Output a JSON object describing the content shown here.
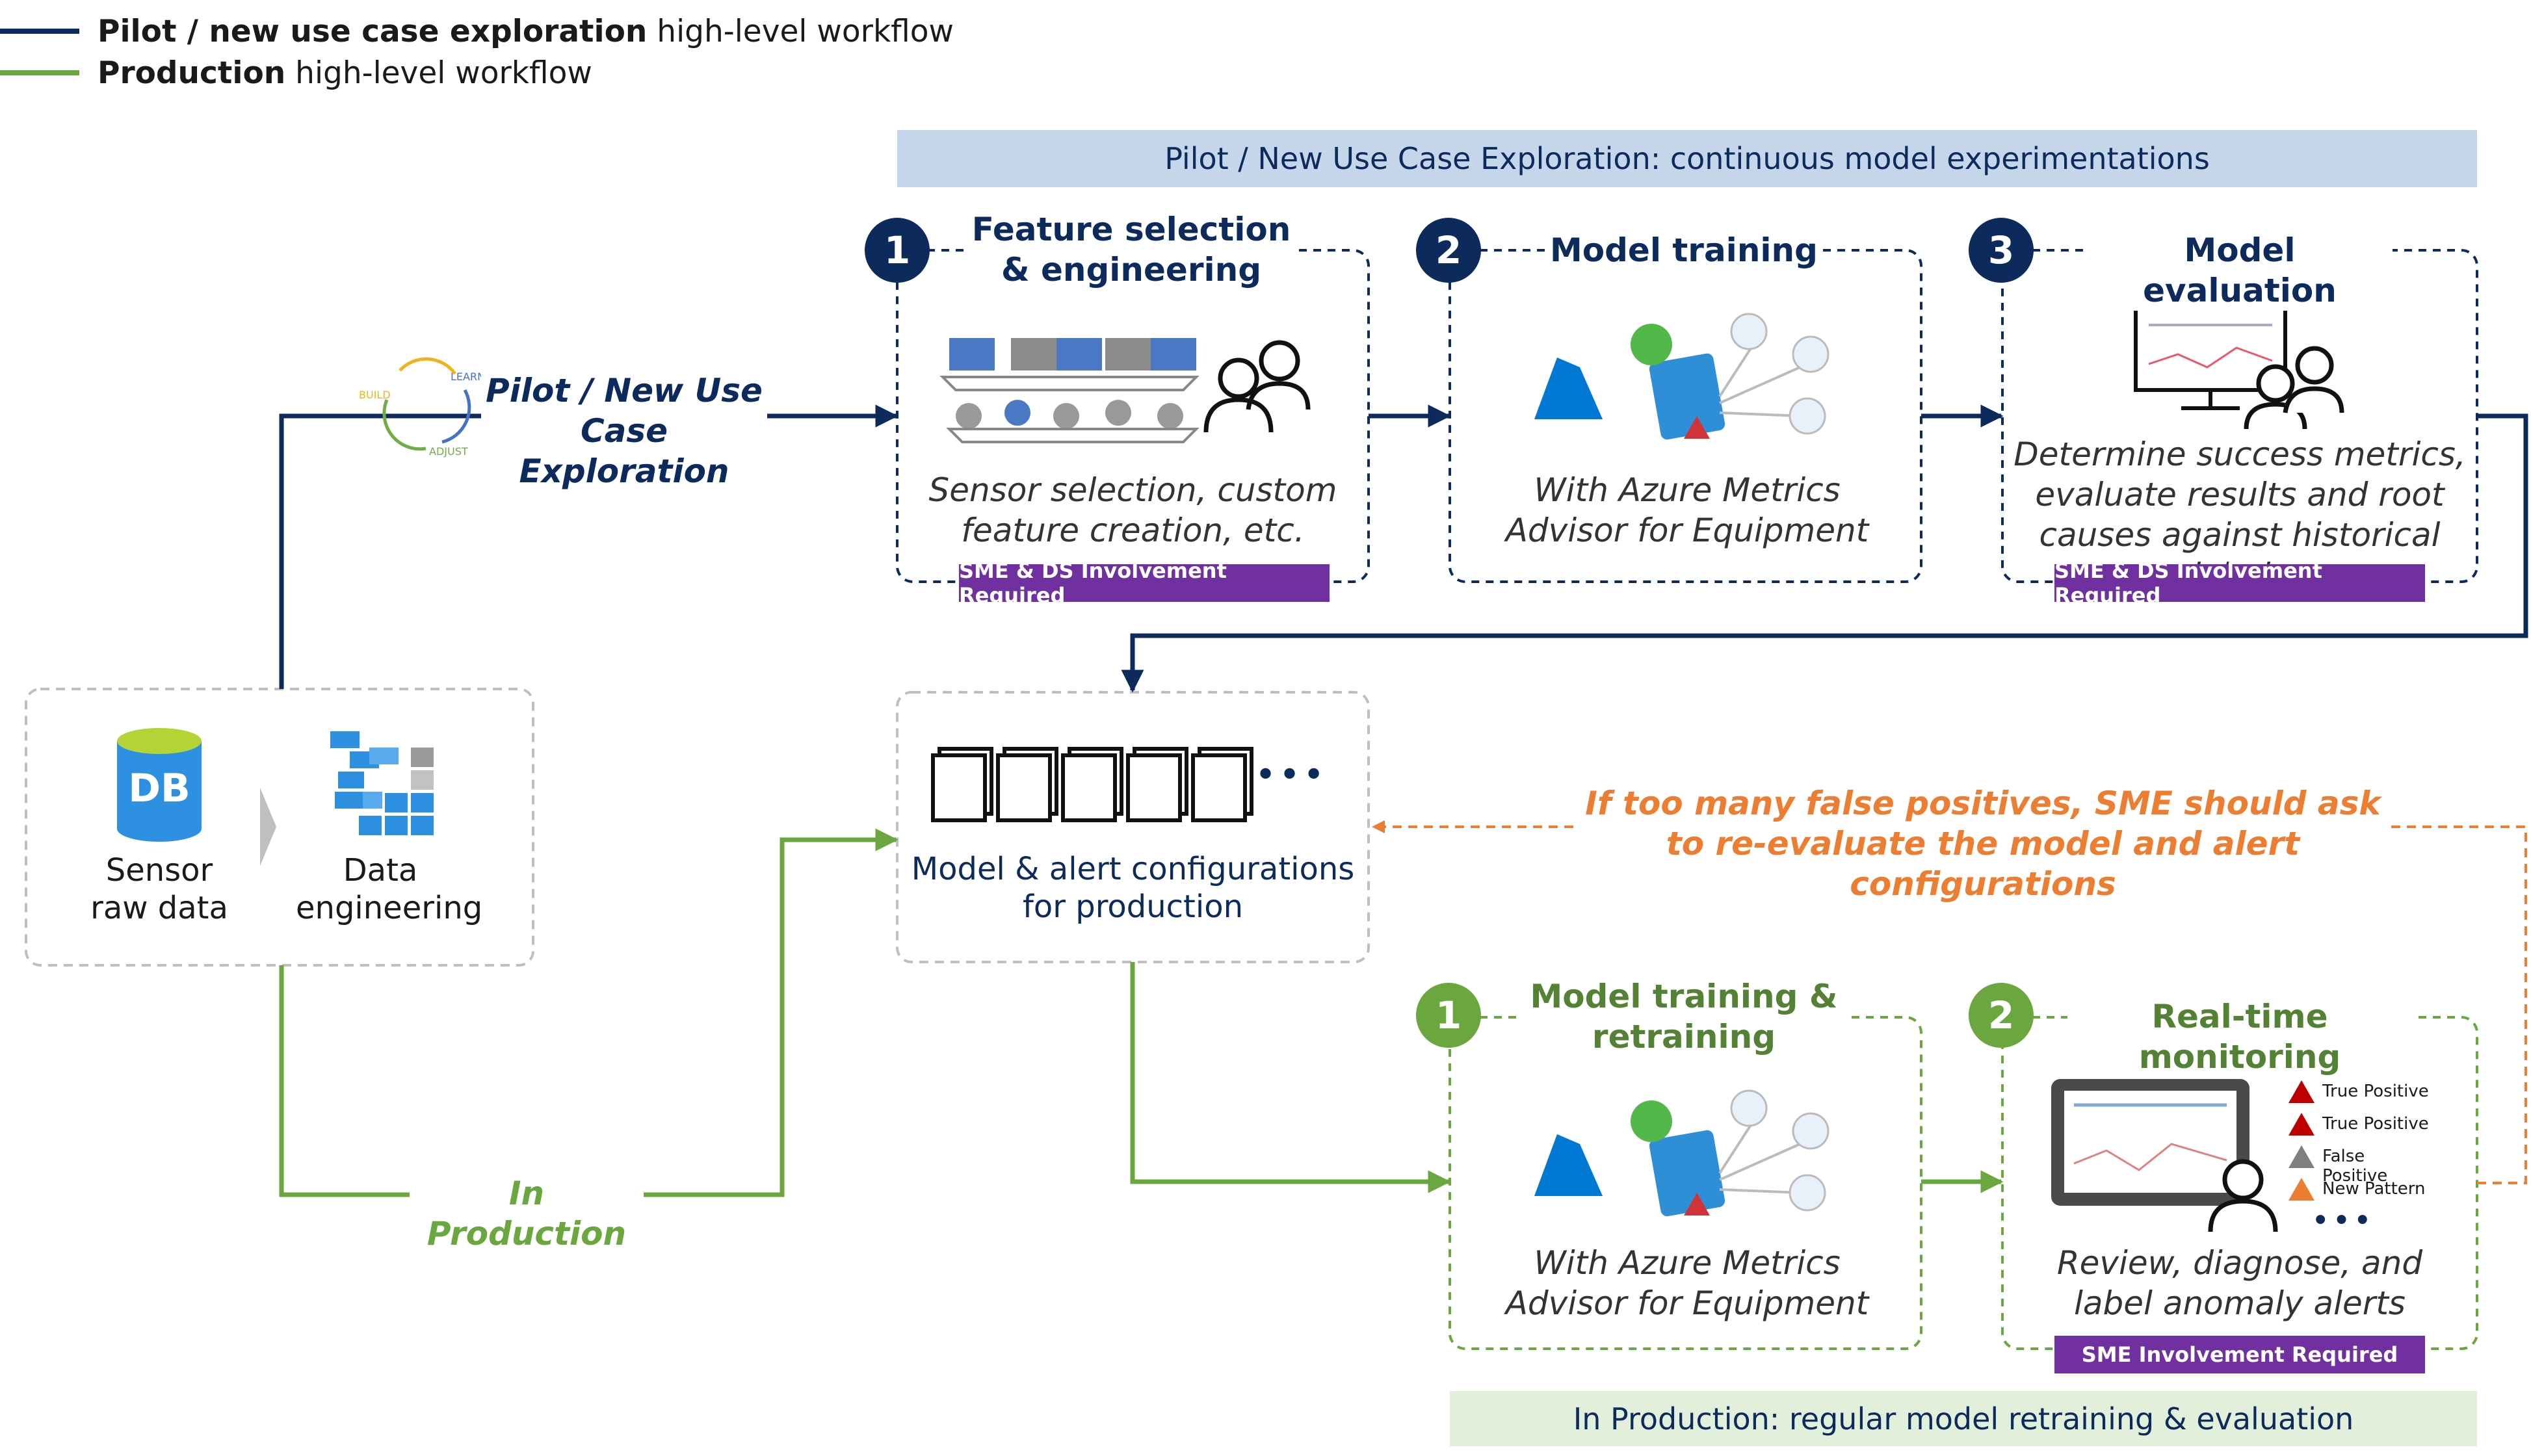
{
  "legend": {
    "pilot": {
      "bold": "Pilot / new use case exploration",
      "rest": " high-level workflow",
      "color": "#0d2a5c"
    },
    "production": {
      "bold": "Production",
      "rest": " high-level workflow",
      "color": "#6aa83f"
    }
  },
  "pilot_banner": "Pilot / New Use Case Exploration: continuous model experimentations",
  "production_banner": "In Production: regular model retraining & evaluation",
  "source": {
    "db_icon_text": "DB",
    "sensor_label": "Sensor raw data",
    "engineering_label": "Data engineering"
  },
  "cycle": {
    "build": "BUILD",
    "learn": "LEARN",
    "adjust": "ADJUST"
  },
  "pilot_path_label": "Pilot / New Use Case Exploration",
  "production_path_label": "In Production",
  "pilot_steps": [
    {
      "number": "1",
      "title": "Feature selection & engineering",
      "caption": "Sensor selection, custom feature creation, etc.",
      "badge": "SME & DS Involvement Required"
    },
    {
      "number": "2",
      "title": "Model training",
      "caption": "With Azure Metrics Advisor for Equipment"
    },
    {
      "number": "3",
      "title": "Model evaluation",
      "caption": "Determine success metrics, evaluate results and root causes against historical labels",
      "badge": "SME & DS Involvement Required"
    }
  ],
  "config_box": {
    "label": "Model & alert configurations for production",
    "dots": "•••"
  },
  "feedback_note": "If too many false positives, SME should ask to re-evaluate the model and alert configurations",
  "production_steps": [
    {
      "number": "1",
      "title": "Model training & retraining",
      "caption": "With Azure Metrics Advisor for Equipment"
    },
    {
      "number": "2",
      "title": "Real-time monitoring",
      "caption": "Review, diagnose, and label anomaly alerts",
      "badge": "SME Involvement Required"
    }
  ],
  "alert_labels": [
    "True Positive",
    "True Positive",
    "False Positive",
    "New Pattern"
  ],
  "alert_dots": "•••",
  "colors": {
    "navy": "#0d2a5c",
    "green": "#6aa83f",
    "orange": "#ed7d31",
    "purple": "#7030a0",
    "banner_blue": "#c5d5ea",
    "banner_green": "#e2efda",
    "azure": "#0078d4"
  }
}
